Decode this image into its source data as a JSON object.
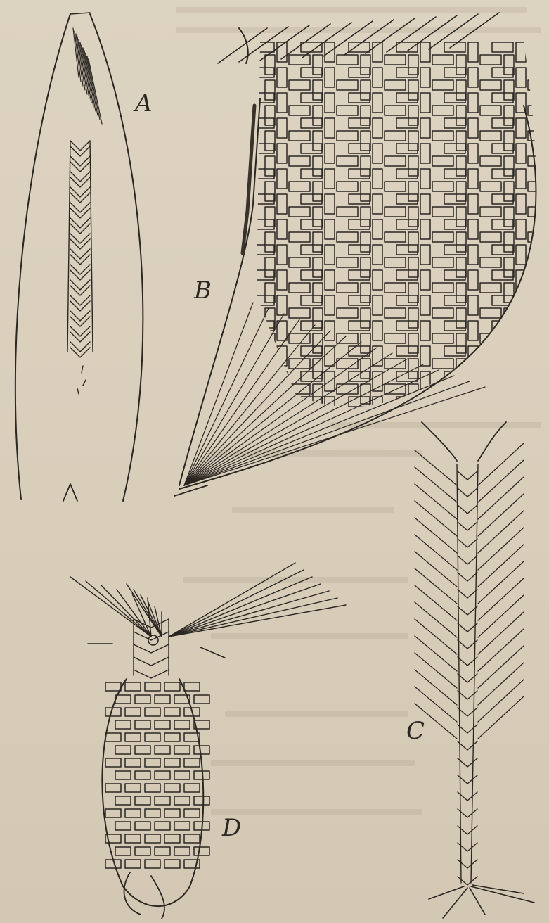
{
  "figure": {
    "labels": {
      "a": "A",
      "b": "B",
      "c": "C",
      "d": "D"
    },
    "panels": [
      {
        "id": "a",
        "depicts": "leaf-braid-icon"
      },
      {
        "id": "b",
        "depicts": "woven-twill-pouch-icon"
      },
      {
        "id": "c",
        "depicts": "long-braid-with-strands-icon"
      },
      {
        "id": "d",
        "depicts": "braided-knot-with-fanned-strands-icon"
      }
    ],
    "colors": {
      "paper": "#d9cfbd",
      "ink": "#2a2622"
    }
  }
}
